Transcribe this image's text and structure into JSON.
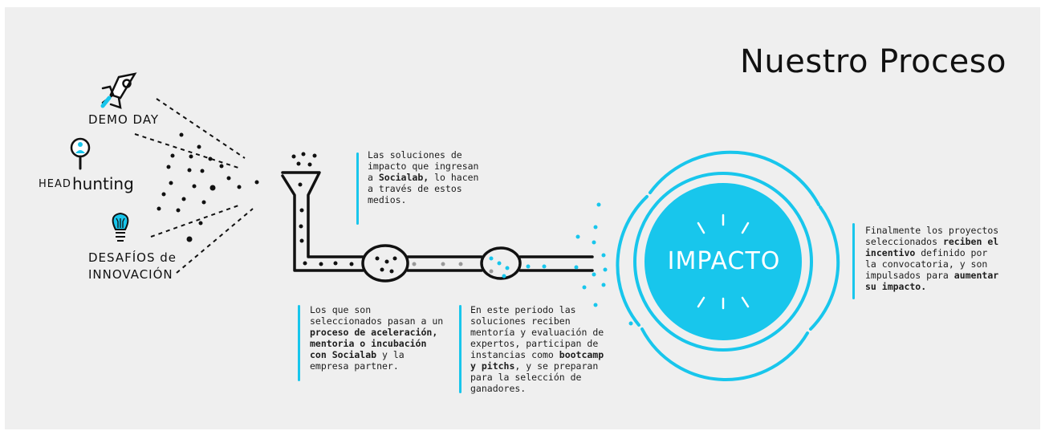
{
  "title": "Nuestro Proceso",
  "sources": {
    "demo_day": "DEMO DAY",
    "head_hunting_1": "HEAD",
    "head_hunting_2": "hunting",
    "desafios_1": "DESAFÍOS de",
    "desafios_2": "INNOVACIÓN"
  },
  "impacto_label": "IMPACTO",
  "notes": {
    "n1": {
      "pre": "Las soluciones de impacto que ingresan a ",
      "bold": "Socialab,",
      "post": " lo hacen a través de estos medios."
    },
    "n2": {
      "pre": "Los que son seleccionados pasan a un ",
      "bold": "proceso de aceleración, mentoria o incubación con Socialab",
      "post": " y la empresa partner."
    },
    "n3": {
      "pre": "En este periodo las soluciones reciben mentoría y evaluación de expertos, participan de instancias como ",
      "bold": "bootcamp y pitchs",
      "post": ", y se preparan para la selección de ganadores."
    },
    "n4": {
      "pre": "Finalmente los proyectos seleccionados ",
      "bold": "reciben el incentivo",
      "mid": " definido por la convocatoria, y son impulsados para ",
      "bold2": "aumentar su impacto."
    }
  },
  "colors": {
    "accent": "#18c6ec",
    "ink": "#111111",
    "background": "#efefef"
  },
  "icons": [
    "rocket-icon",
    "magnifier-person-icon",
    "lightbulb-icon"
  ]
}
